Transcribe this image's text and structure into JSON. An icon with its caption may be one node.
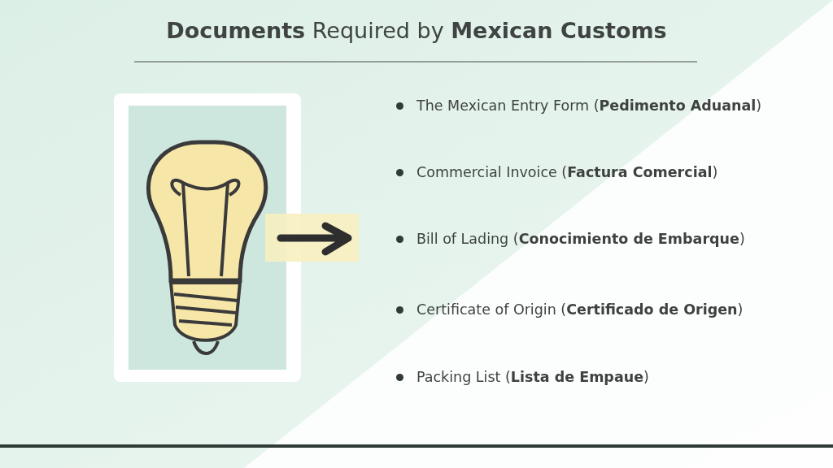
{
  "diagram": {
    "title": "**Documents** Required by **Mexican Customs**",
    "labels": [
      "The Mexican Entry Form (**Pedimento Aduanal**)",
      "Commercial Invoice (**Factura Comercial**)",
      "Bill of Lading (**Conocimiento de Embarque**)",
      "Certificate of Origin (**Certificado de Origen**)",
      "Packing List (**Lista de Empaue**)"
    ]
  }
}
